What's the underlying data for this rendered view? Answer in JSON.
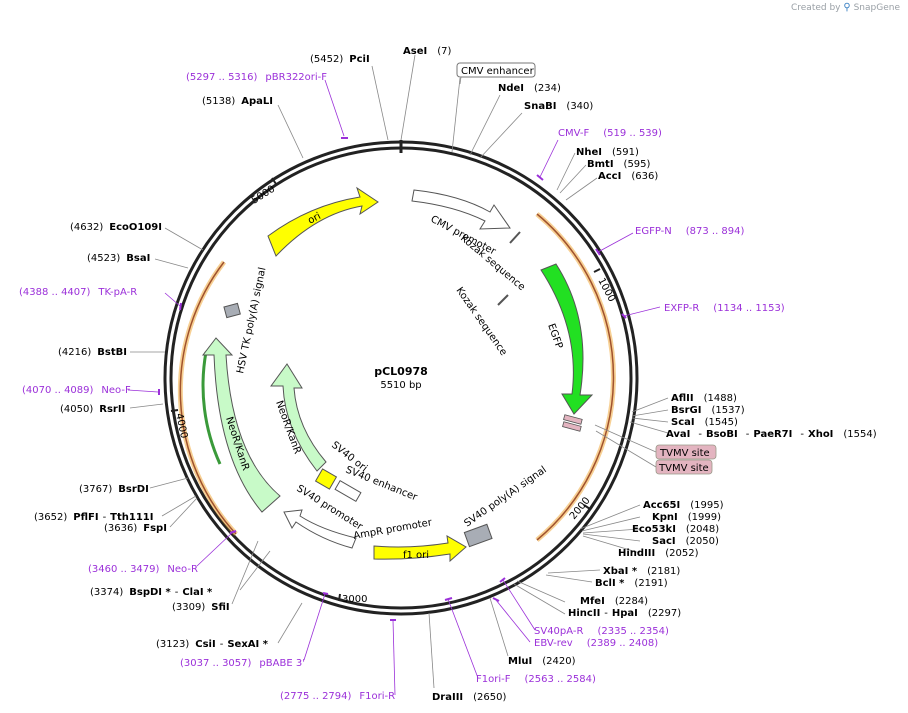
{
  "app": {
    "created_by": "Created by",
    "brand_name": "SnapGene"
  },
  "map": {
    "name": "pCL0978",
    "length": "5510 bp",
    "colors": {
      "primer": "#9b30d9",
      "enzyme_text": "#000000",
      "backbone": "#222222",
      "ori": "#ffff00",
      "egfp": "#22e022",
      "neor": "#c8fac8",
      "promoter": "#ffffff",
      "signal": "#a8adb5",
      "tvmv": "#e3b4c0"
    },
    "ticks": [
      "1000",
      "2000",
      "3000",
      "4000",
      "5000"
    ],
    "features": {
      "cmv_enhancer": "CMV enhancer",
      "cmv_promoter": "CMV promoter",
      "kozak1": "Kozak sequence",
      "kozak2": "Kozak sequence",
      "egfp": "EGFP",
      "tvmv1": "TVMV site",
      "tvmv2": "TVMV site",
      "sv40_pa": "SV40 poly(A) signal",
      "f1_ori": "f1 ori",
      "ampr_promoter": "AmpR promoter",
      "sv40_promoter": "SV40 promoter",
      "sv40_enhancer": "SV40 enhancer",
      "sv40_ori": "SV40 ori",
      "neor_inner": "NeoR/KanR",
      "neor_outer": "NeoR/KanR",
      "hsv_tk": "HSV TK poly(A) signal",
      "ori": "ori"
    },
    "enzymes": [
      {
        "name": "AseI",
        "pos": "(7)"
      },
      {
        "name": "PciI",
        "pos": "(5452)"
      },
      {
        "name": "NdeI",
        "pos": "(234)"
      },
      {
        "name": "SnaBI",
        "pos": "(340)"
      },
      {
        "name": "ApaLI",
        "pos": "(5138)"
      },
      {
        "name": "NheI",
        "pos": "(591)"
      },
      {
        "name": "BmtI",
        "pos": "(595)"
      },
      {
        "name": "AccI",
        "pos": "(636)"
      },
      {
        "name": "EcoO109I",
        "pos": "(4632)"
      },
      {
        "name": "BsaI",
        "pos": "(4523)"
      },
      {
        "name": "BstBI",
        "pos": "(4216)"
      },
      {
        "name": "RsrII",
        "pos": "(4050)"
      },
      {
        "name": "AflII",
        "pos": "(1488)"
      },
      {
        "name": "BsrGI",
        "pos": "(1537)"
      },
      {
        "name": "ScaI",
        "pos": "(1545)"
      },
      {
        "name": "AvaI",
        "pos": ""
      },
      {
        "name": "BsoBI",
        "pos": ""
      },
      {
        "name": "PaeR7I",
        "pos": ""
      },
      {
        "name": "XhoI",
        "pos": "(1554)"
      },
      {
        "name": "BsrDI",
        "pos": "(3767)"
      },
      {
        "name": "PflFI",
        "pos": "(3652)"
      },
      {
        "name": "Tth111I",
        "pos": ""
      },
      {
        "name": "FspI",
        "pos": "(3636)"
      },
      {
        "name": "Acc65I",
        "pos": "(1995)"
      },
      {
        "name": "KpnI",
        "pos": "(1999)"
      },
      {
        "name": "Eco53kI",
        "pos": "(2048)"
      },
      {
        "name": "SacI",
        "pos": "(2050)"
      },
      {
        "name": "HindIII",
        "pos": "(2052)"
      },
      {
        "name": "XbaI *",
        "pos": "(2181)"
      },
      {
        "name": "BclI *",
        "pos": "(2191)"
      },
      {
        "name": "BspDI *",
        "pos": "(3374)"
      },
      {
        "name": "ClaI *",
        "pos": ""
      },
      {
        "name": "SfiI",
        "pos": "(3309)"
      },
      {
        "name": "MfeI",
        "pos": "(2284)"
      },
      {
        "name": "HincII",
        "pos": ""
      },
      {
        "name": "HpaI",
        "pos": "(2297)"
      },
      {
        "name": "CsiI",
        "pos": "(3123)"
      },
      {
        "name": "SexAI *",
        "pos": ""
      },
      {
        "name": "MluI",
        "pos": "(2420)"
      },
      {
        "name": "DraIII",
        "pos": "(2650)"
      }
    ],
    "primers": [
      {
        "name": "pBR322ori-F",
        "range": "(5297 .. 5316)"
      },
      {
        "name": "CMV-F",
        "range": "(519 .. 539)"
      },
      {
        "name": "EGFP-N",
        "range": "(873 .. 894)"
      },
      {
        "name": "TK-pA-R",
        "range": "(4388 .. 4407)"
      },
      {
        "name": "EXFP-R",
        "range": "(1134 .. 1153)"
      },
      {
        "name": "Neo-F",
        "range": "(4070 .. 4089)"
      },
      {
        "name": "Neo-R",
        "range": "(3460 .. 3479)"
      },
      {
        "name": "SV40pA-R",
        "range": "(2335 .. 2354)"
      },
      {
        "name": "EBV-rev",
        "range": "(2389 .. 2408)"
      },
      {
        "name": "pBABE 3'",
        "range": "(3037 .. 3057)"
      },
      {
        "name": "F1ori-F",
        "range": "(2563 .. 2584)"
      },
      {
        "name": "F1ori-R",
        "range": "(2775 .. 2794)"
      }
    ]
  }
}
